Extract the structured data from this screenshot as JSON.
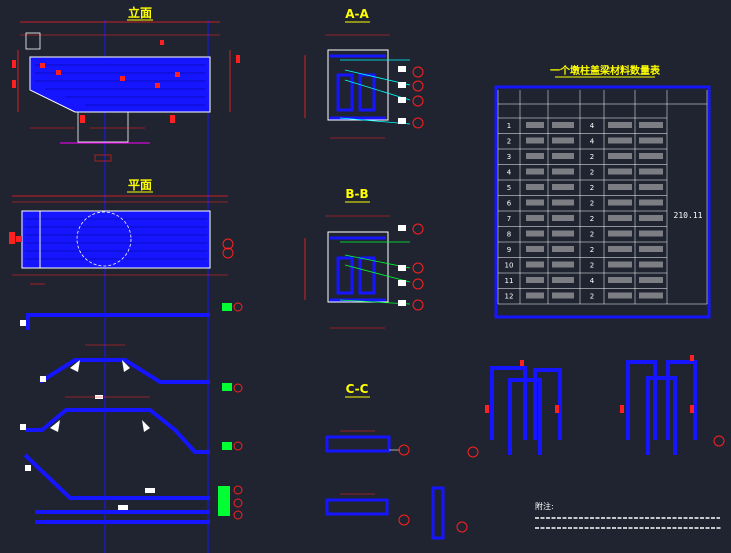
{
  "drawing": {
    "views": {
      "elevation": "立面",
      "plan": "平面",
      "section_a": "A-A",
      "section_b": "B-B",
      "section_c": "C-C"
    },
    "table": {
      "title": "一个墩柱盖梁材料数量表",
      "total": "210.11",
      "rows": [
        {
          "no": "1",
          "count": "4"
        },
        {
          "no": "2",
          "count": "4"
        },
        {
          "no": "3",
          "count": "2"
        },
        {
          "no": "4",
          "count": "2"
        },
        {
          "no": "5",
          "count": "2"
        },
        {
          "no": "6",
          "count": "2"
        },
        {
          "no": "7",
          "count": "2"
        },
        {
          "no": "8",
          "count": "2"
        },
        {
          "no": "9",
          "count": "2"
        },
        {
          "no": "10",
          "count": "2"
        },
        {
          "no": "11",
          "count": "4"
        },
        {
          "no": "12",
          "count": "2"
        }
      ]
    },
    "notes": {
      "heading": "附注:"
    },
    "colors": {
      "background": "#1f2430",
      "steel": "#1515ff",
      "dimension": "#ff2020",
      "label": "#ffff00",
      "leader": "#00ff33",
      "centerline": "#ff00ff",
      "text": "#ffffff"
    }
  }
}
